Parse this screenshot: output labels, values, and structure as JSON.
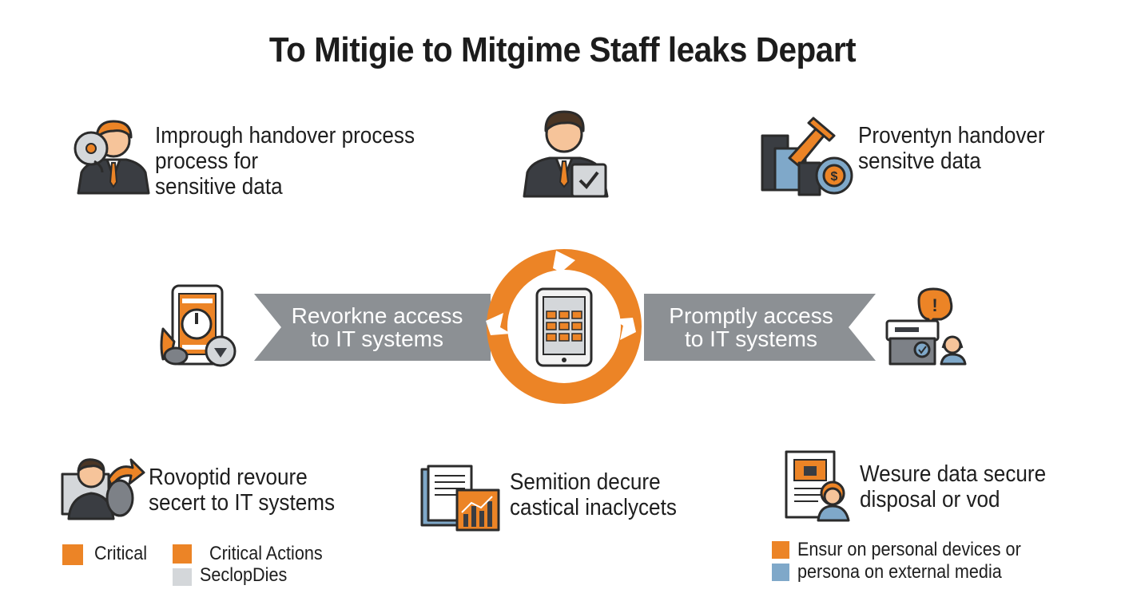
{
  "title": "To Mitigie to Mitgime Staff leaks Depart",
  "colors": {
    "orange": "#ec8426",
    "gray": "#8c9094",
    "dark": "#3a3d42",
    "blue": "#7fa8c9",
    "light_gray": "#d4d7da",
    "skin": "#f6c49a"
  },
  "top": {
    "left_label": "Imprough handover process\nprocess for\nsensitive data",
    "right_label": "Proventyn handover\nsensitve data"
  },
  "middle": {
    "left_arrow": "Revorkne access\nto IT systems",
    "right_arrow": "Promptly access\nto IT systems"
  },
  "bottom": {
    "left_label": "Rovoptid revoure\nsecert to IT systems",
    "center_label": "Semition decure\ncastical inaclycets",
    "right_label": "Wesure data secure\ndisposal or vod"
  },
  "legend_left": [
    {
      "label": "Critical",
      "color": "#ec8426"
    },
    {
      "label": "Critical Actions",
      "color": "#ec8426"
    },
    {
      "label": "SeclopDies",
      "color": "#d4d7da"
    }
  ],
  "legend_right": [
    {
      "label": "Ensur on personal devices or",
      "color": "#ec8426"
    },
    {
      "label": "persona on external media",
      "color": "#7fa8c9"
    }
  ],
  "icons": {
    "top_left": "businessman-with-disc-icon",
    "top_center": "businessman-checklist-icon",
    "top_right": "document-hammer-coin-icon",
    "mid_left": "tablet-gauge-tools-icon",
    "center": "tablet-refresh-cycle-icon",
    "mid_right": "server-person-alert-icon",
    "bottom_left": "person-monitor-icon",
    "bottom_center": "documents-chart-icon",
    "bottom_right": "document-person-icon"
  }
}
